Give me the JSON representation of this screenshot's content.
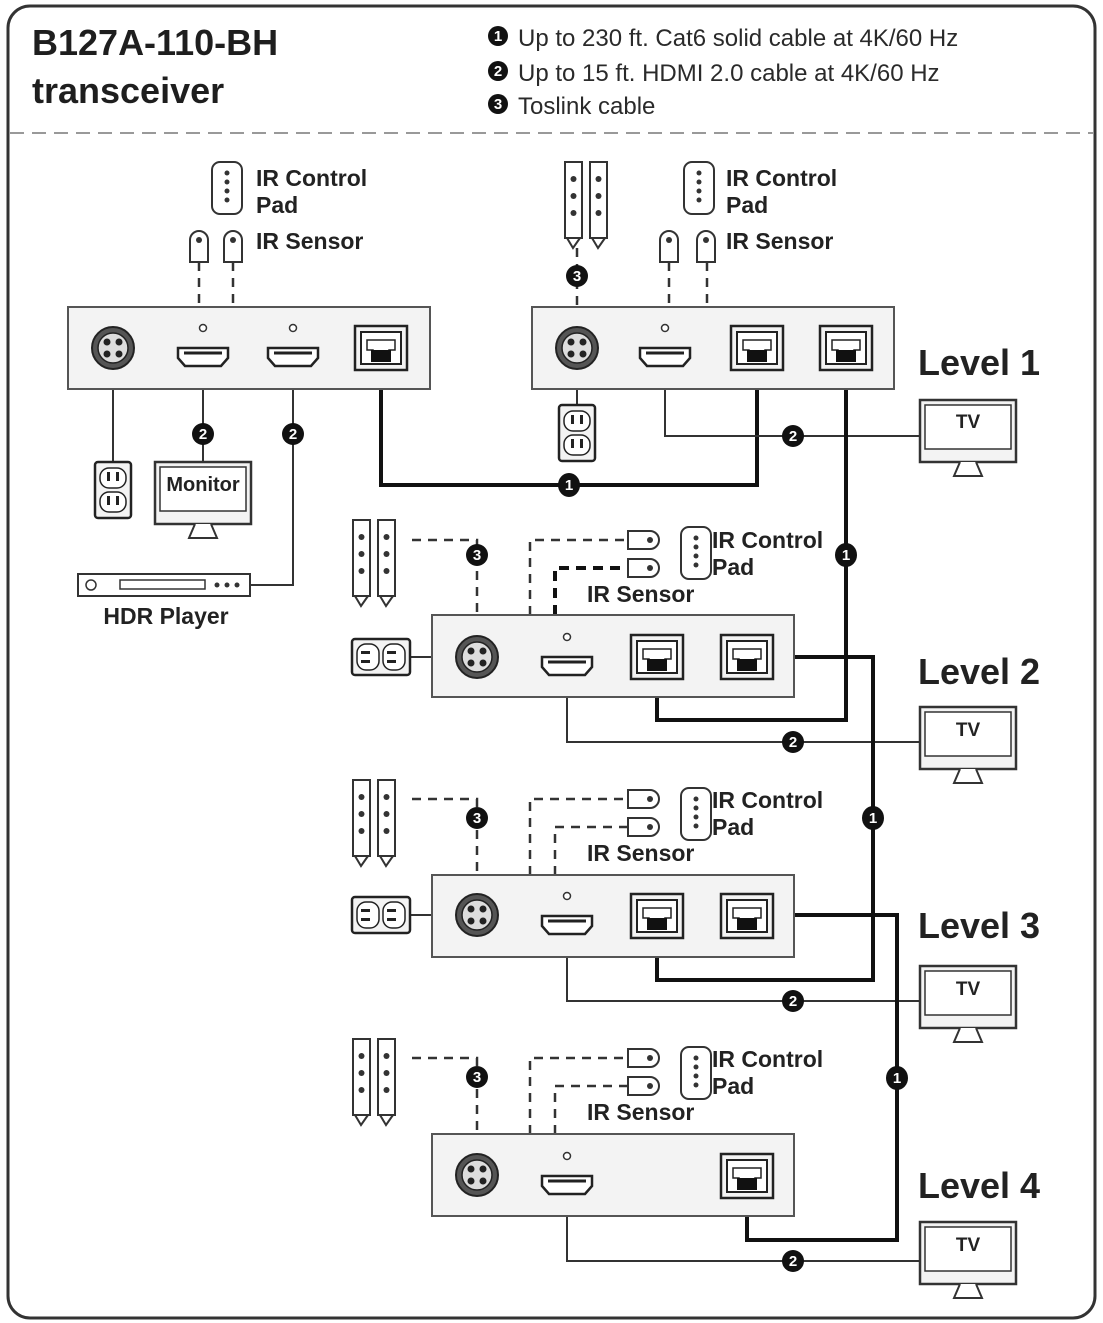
{
  "title": {
    "line1": "B127A-110-BH",
    "line2": "transceiver"
  },
  "legend": [
    {
      "marker": "1",
      "text": "Up to 230 ft. Cat6 solid cable at 4K/60 Hz"
    },
    {
      "marker": "2",
      "text": "Up to 15 ft. HDMI 2.0 cable at 4K/60 Hz"
    },
    {
      "marker": "3",
      "text": "Toslink cable"
    }
  ],
  "labels": {
    "ir_control": "IR Control",
    "pad": "Pad",
    "ir_sensor": "IR Sensor",
    "monitor": "Monitor",
    "hdr_player": "HDR Player",
    "tv": "TV"
  },
  "levels": [
    "Level 1",
    "Level 2",
    "Level 3",
    "Level 4"
  ],
  "markers": {
    "cat6": "1",
    "hdmi": "2",
    "toslink": "3"
  }
}
